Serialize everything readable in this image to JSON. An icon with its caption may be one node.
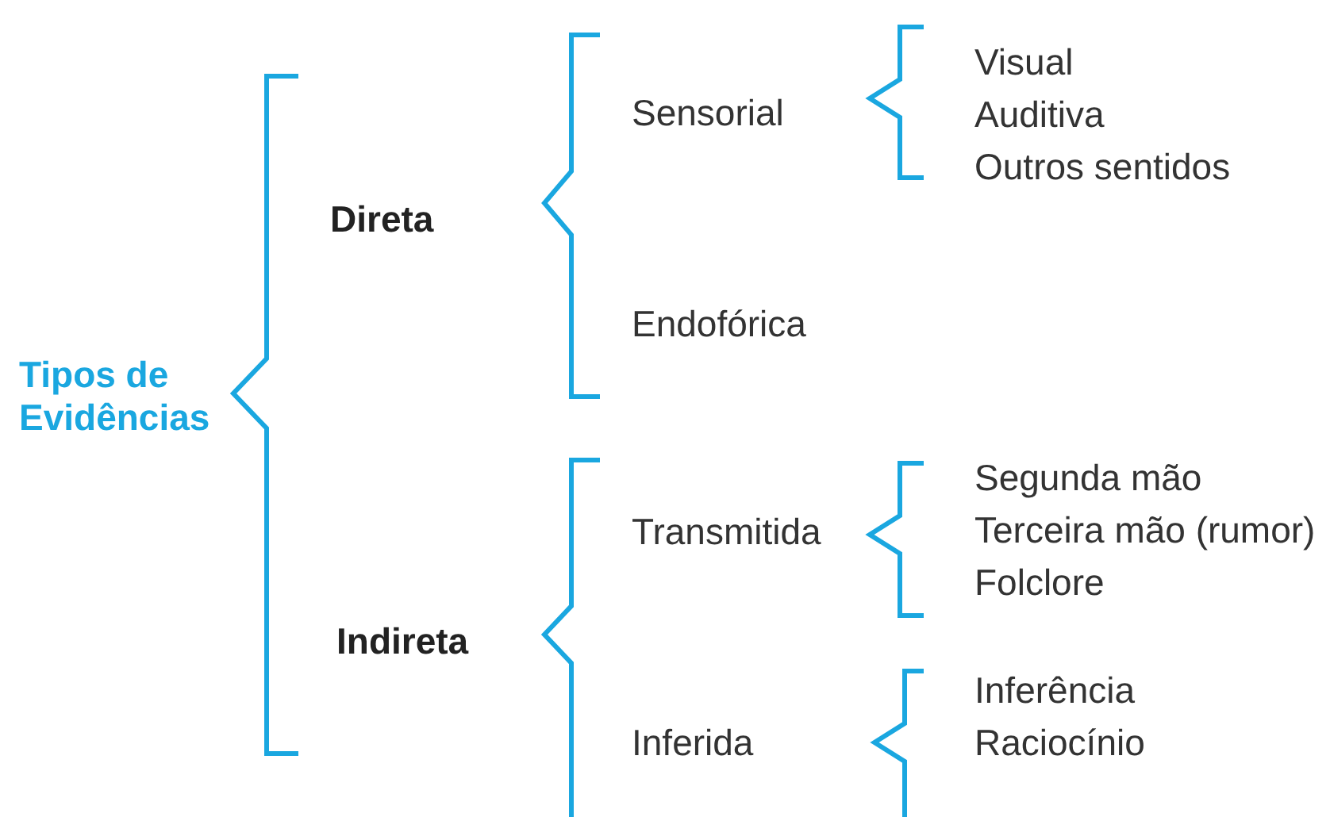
{
  "diagram": {
    "labels": [
      "Tipos de Evidências",
      "Direta",
      "Sensorial",
      "Visual",
      "Auditiva",
      "Outros sentidos",
      "Endofórica",
      "Indireta",
      "Transmitida",
      "Segunda mão",
      "Terceira mão (rumor)",
      "Folclore",
      "Inferida",
      "Inferência",
      "Raciocínio"
    ]
  }
}
